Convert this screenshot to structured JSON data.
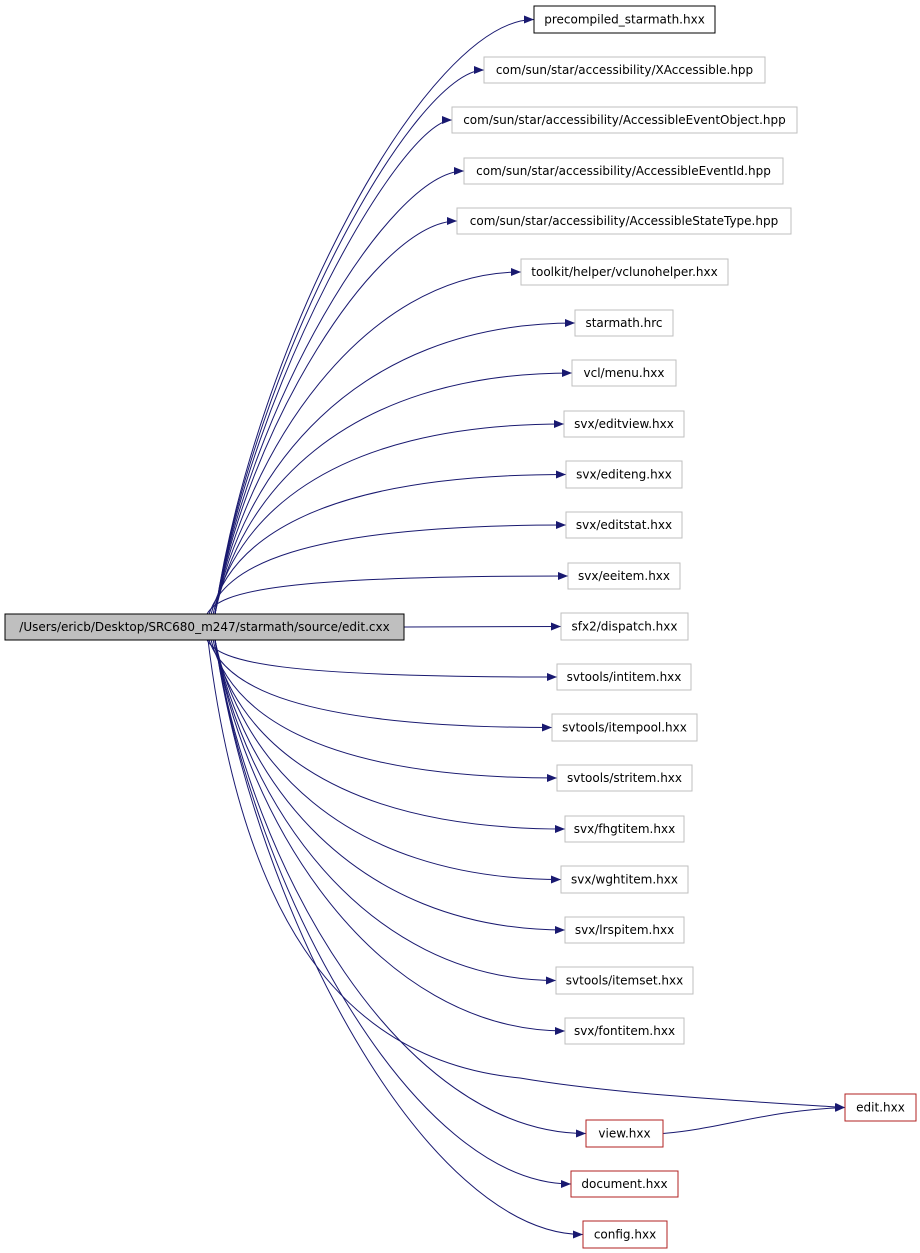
{
  "root": {
    "label": "/Users/ericb/Desktop/SRC680_m247/starmath/source/edit.cxx",
    "fill": "#bfbfbf",
    "border": "#000000"
  },
  "nodes": [
    {
      "id": "n0",
      "label": "precompiled_starmath.hxx",
      "border": "black"
    },
    {
      "id": "n1",
      "label": "com/sun/star/accessibility/XAccessible.hpp",
      "border": "gray"
    },
    {
      "id": "n2",
      "label": "com/sun/star/accessibility/AccessibleEventObject.hpp",
      "border": "gray"
    },
    {
      "id": "n3",
      "label": "com/sun/star/accessibility/AccessibleEventId.hpp",
      "border": "gray"
    },
    {
      "id": "n4",
      "label": "com/sun/star/accessibility/AccessibleStateType.hpp",
      "border": "gray"
    },
    {
      "id": "n5",
      "label": "toolkit/helper/vclunohelper.hxx",
      "border": "gray"
    },
    {
      "id": "n6",
      "label": "starmath.hrc",
      "border": "gray"
    },
    {
      "id": "n7",
      "label": "vcl/menu.hxx",
      "border": "gray"
    },
    {
      "id": "n8",
      "label": "svx/editview.hxx",
      "border": "gray"
    },
    {
      "id": "n9",
      "label": "svx/editeng.hxx",
      "border": "gray"
    },
    {
      "id": "n10",
      "label": "svx/editstat.hxx",
      "border": "gray"
    },
    {
      "id": "n11",
      "label": "svx/eeitem.hxx",
      "border": "gray"
    },
    {
      "id": "n12",
      "label": "sfx2/dispatch.hxx",
      "border": "gray"
    },
    {
      "id": "n13",
      "label": "svtools/intitem.hxx",
      "border": "gray"
    },
    {
      "id": "n14",
      "label": "svtools/itempool.hxx",
      "border": "gray"
    },
    {
      "id": "n15",
      "label": "svtools/stritem.hxx",
      "border": "gray"
    },
    {
      "id": "n16",
      "label": "svx/fhgtitem.hxx",
      "border": "gray"
    },
    {
      "id": "n17",
      "label": "svx/wghtitem.hxx",
      "border": "gray"
    },
    {
      "id": "n18",
      "label": "svx/lrspitem.hxx",
      "border": "gray"
    },
    {
      "id": "n19",
      "label": "svtools/itemset.hxx",
      "border": "gray"
    },
    {
      "id": "n20",
      "label": "svx/fontitem.hxx",
      "border": "gray"
    },
    {
      "id": "n21",
      "label": "edit.hxx",
      "border": "red"
    },
    {
      "id": "n22",
      "label": "view.hxx",
      "border": "red"
    },
    {
      "id": "n23",
      "label": "document.hxx",
      "border": "red"
    },
    {
      "id": "n24",
      "label": "config.hxx",
      "border": "red"
    }
  ],
  "edges": [
    [
      "root",
      "n0"
    ],
    [
      "root",
      "n1"
    ],
    [
      "root",
      "n2"
    ],
    [
      "root",
      "n3"
    ],
    [
      "root",
      "n4"
    ],
    [
      "root",
      "n5"
    ],
    [
      "root",
      "n6"
    ],
    [
      "root",
      "n7"
    ],
    [
      "root",
      "n8"
    ],
    [
      "root",
      "n9"
    ],
    [
      "root",
      "n10"
    ],
    [
      "root",
      "n11"
    ],
    [
      "root",
      "n12"
    ],
    [
      "root",
      "n13"
    ],
    [
      "root",
      "n14"
    ],
    [
      "root",
      "n15"
    ],
    [
      "root",
      "n16"
    ],
    [
      "root",
      "n17"
    ],
    [
      "root",
      "n18"
    ],
    [
      "root",
      "n19"
    ],
    [
      "root",
      "n20"
    ],
    [
      "root",
      "n21"
    ],
    [
      "root",
      "n22"
    ],
    [
      "root",
      "n23"
    ],
    [
      "root",
      "n24"
    ],
    [
      "n22",
      "n21"
    ]
  ],
  "colors": {
    "edge": "#191970",
    "black": "#000000",
    "gray": "#bfbfbf",
    "red": "#b22222"
  }
}
